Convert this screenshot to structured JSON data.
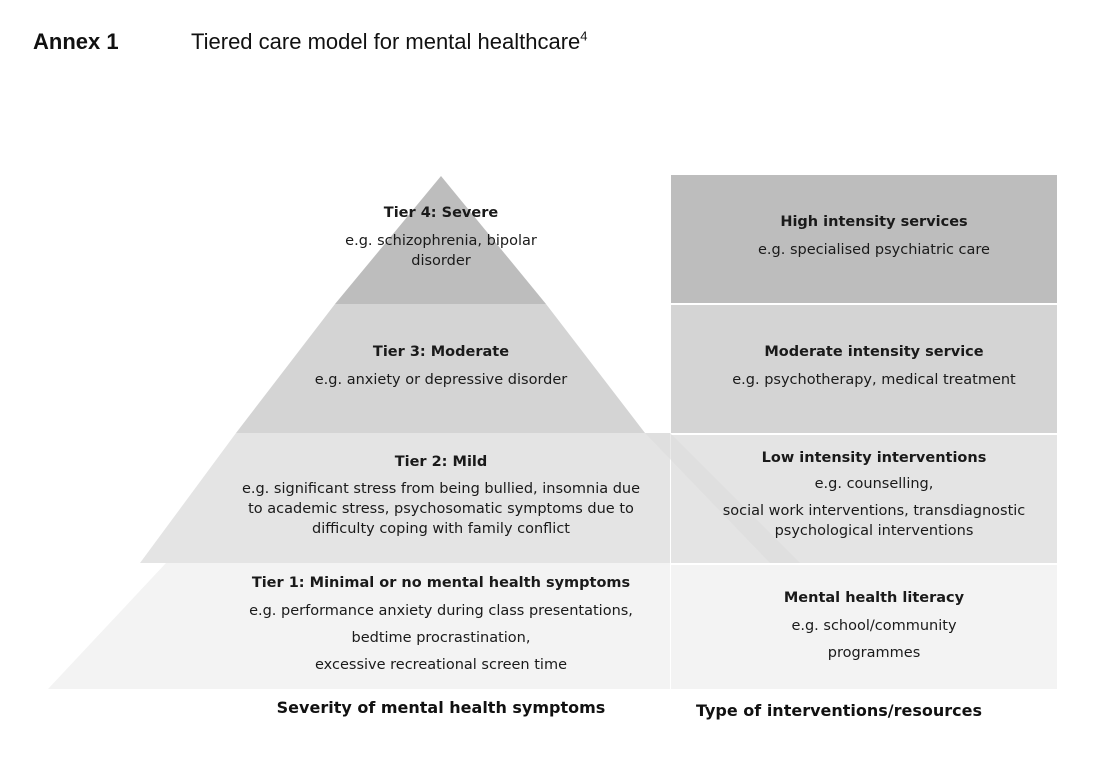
{
  "header": {
    "annex": "Annex 1",
    "title": "Tiered care model for mental healthcare",
    "footnote": "4"
  },
  "colors": {
    "tier4": "#bdbdbd",
    "tier3": "#d4d4d4",
    "tier2": "#e4e4e4",
    "tier1": "#f3f3f3"
  },
  "tiers": [
    {
      "title": "Tier 4: Severe",
      "lines": [
        "e.g. schizophrenia, bipolar",
        "disorder"
      ]
    },
    {
      "title": "Tier 3: Moderate",
      "lines": [
        "e.g. anxiety or depressive disorder"
      ]
    },
    {
      "title": "Tier 2: Mild",
      "lines": [
        "e.g. significant stress from being bullied, insomnia due",
        "to academic stress, psychosomatic symptoms due to",
        "difficulty coping with family conflict"
      ]
    },
    {
      "title": "Tier 1: Minimal or no mental health symptoms",
      "lines": [
        "e.g. performance anxiety during class presentations,",
        "bedtime procrastination,",
        "excessive recreational screen time"
      ]
    }
  ],
  "interventions": [
    {
      "title": "High intensity services",
      "lines": [
        "e.g. specialised psychiatric care"
      ]
    },
    {
      "title": "Moderate intensity service",
      "lines": [
        "e.g. psychotherapy, medical treatment"
      ]
    },
    {
      "title": "Low intensity interventions",
      "lines": [
        "e.g. counselling,",
        "social work interventions, transdiagnostic",
        "psychological interventions"
      ]
    },
    {
      "title": "Mental health literacy",
      "lines": [
        "e.g. school/community",
        "programmes"
      ]
    }
  ],
  "captions": {
    "left": "Severity of mental health symptoms",
    "right": "Type of interventions/resources"
  }
}
